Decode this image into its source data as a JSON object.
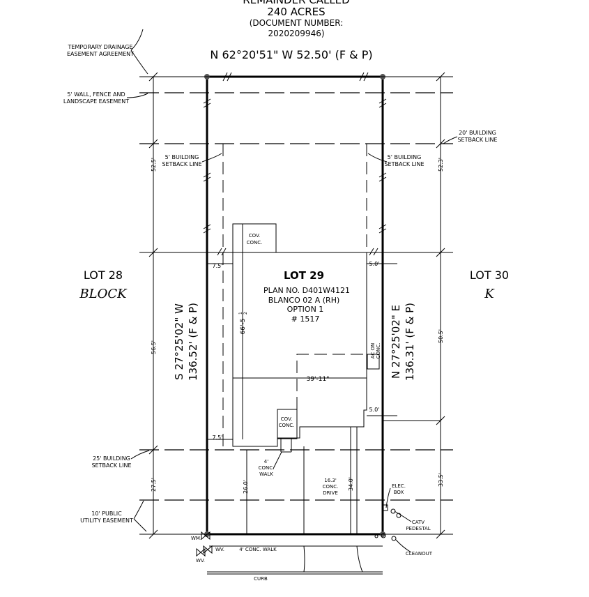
{
  "header": {
    "line1": "REMAINDER CALLED",
    "line2": "240 ACRES",
    "line3": "(DOCUMENT NUMBER:",
    "line4": "2020209946)"
  },
  "bearings": {
    "north": "N 62°20'51\" W 52.50' (F & P)",
    "west_line1": "S 27°25'02\" W",
    "west_line2": "136.52' (F & P)",
    "east_line1": "N 27°25'02\" E",
    "east_line2": "136.31' (F & P)"
  },
  "lot": {
    "title": "LOT 29",
    "plan": "PLAN NO. D401W4121",
    "model": "BLANCO 02 A (RH)",
    "option": "OPTION 1",
    "number": "# 1517"
  },
  "neighbors": {
    "lot_28": "LOT 28",
    "block": "BLOCK",
    "lot_30": "LOT 30",
    "block_k": "K"
  },
  "callouts": {
    "drainage_1": "TEMPORARY DRAINAGE",
    "drainage_2": "EASEMENT AGREEMENT",
    "wall_1": "5' WALL, FENCE AND",
    "wall_2": "LANDSCAPE EASEMENT",
    "setback_left_1": "5' BUILDING",
    "setback_left_2": "SETBACK LINE",
    "setback_right_1": "5' BUILDING",
    "setback_right_2": "SETBACK LINE",
    "setback_20_1": "20' BUILDING",
    "setback_20_2": "SETBACK LINE",
    "setback_25_1": "25' BUILDING",
    "setback_25_2": "SETBACK LINE",
    "utility_1": "10' PUBLIC",
    "utility_2": "UTILITY EASEMENT",
    "cov_conc_top_1": "COV.",
    "cov_conc_top_2": "CONC.",
    "cov_conc_bot_1": "COV.",
    "cov_conc_bot_2": "CONC.",
    "ac_1": "AC ON",
    "ac_2": "CONC.",
    "walk_1": "4'",
    "walk_2": "CONC.",
    "walk_3": "WALK",
    "drive_1": "16.3'",
    "drive_2": "CONC.",
    "drive_3": "DRIVE",
    "elec_1": "ELEC.",
    "elec_2": "BOX",
    "catv_1": "CATV",
    "catv_2": "PEDESTAL",
    "cleanout": "CLEANOUT",
    "wm": "WM.",
    "wv1": "WV.",
    "wv2": "WV.",
    "conc_walk": "4' CONC. WALK",
    "curb": "CURB"
  },
  "dims": {
    "left_top": "52.5'",
    "left_mid": "56.5'",
    "left_bot": "27.5'",
    "right_top": "52.3'",
    "right_mid": "50.5'",
    "right_bot": "33.5'",
    "house_depth": "66'-5",
    "house_depth_frac_num": "1",
    "house_depth_frac_den": "2",
    "house_width": "39'-11\"",
    "side_left_top": "7.5'",
    "side_left_bot": "7.5'",
    "side_right_top": "5.0'",
    "side_right_bot": "5.0'",
    "front_26": "26.0'",
    "front_34": "34.0'"
  }
}
